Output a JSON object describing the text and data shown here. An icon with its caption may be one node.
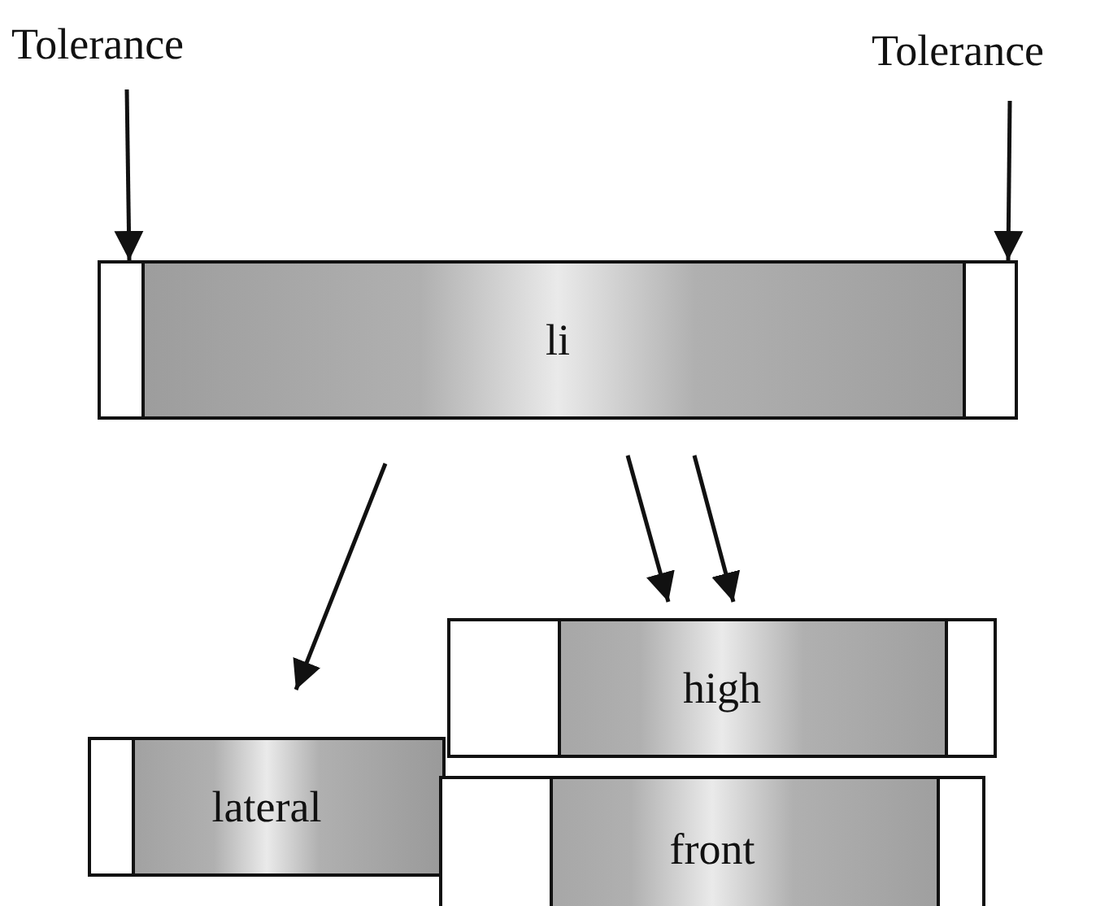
{
  "diagram": {
    "nodes": [
      {
        "text": [
          "Tolerance"
        ]
      },
      {
        "text": [
          "Tolerance"
        ]
      },
      {
        "text": [
          "li"
        ]
      },
      {
        "text": [],
        "shape": "box",
        "in": 2
      },
      {
        "text": [],
        "shape": "box",
        "in": 2
      },
      {
        "text": [
          "high"
        ]
      },
      {
        "text": [],
        "shape": "box",
        "in": 5
      },
      {
        "text": [],
        "shape": "box",
        "in": 5
      },
      {
        "text": [
          "lateral"
        ]
      },
      {
        "text": [],
        "shape": "box",
        "in": 8
      },
      {
        "text": [
          "front"
        ]
      },
      {
        "text": [],
        "shape": "box",
        "in": 10
      },
      {
        "text": [],
        "shape": "box",
        "in": 10
      }
    ],
    "edges": [
      {
        "from": 0,
        "to": 3,
        "arrow": "to"
      },
      {
        "from": 1,
        "to": 4,
        "arrow": "to"
      },
      {
        "from": 2,
        "to": 8,
        "arrow": "to"
      },
      {
        "from": 2,
        "to": 5,
        "arrow": "to"
      },
      {
        "from": 2,
        "to": 5,
        "arrow": "to"
      }
    ]
  }
}
